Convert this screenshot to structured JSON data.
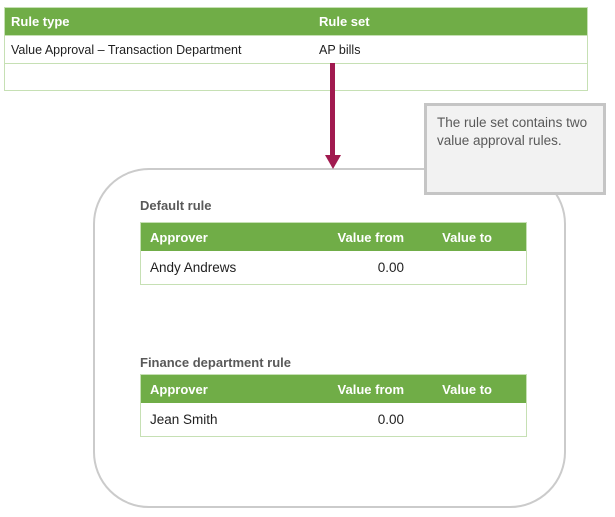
{
  "colors": {
    "header_green": "#70AD47",
    "table_border_green": "#C6E0B4",
    "arrow_maroon": "#A11A4F",
    "callout_bg": "#F2F2F2",
    "callout_border": "#C5C5C5",
    "panel_border": "#CBCBCB",
    "muted_text": "#595959"
  },
  "rule_table": {
    "headers": {
      "rule_type": "Rule type",
      "rule_set": "Rule set"
    },
    "row": {
      "rule_type": "Value Approval – Transaction Department",
      "rule_set": "AP bills"
    },
    "empty_row": {
      "rule_type": "",
      "rule_set": ""
    }
  },
  "callout": {
    "text": "The rule set contains two value approval rules."
  },
  "panel": {
    "sections": [
      {
        "title": "Default rule",
        "headers": {
          "approver": "Approver",
          "value_from": "Value from",
          "value_to": "Value to"
        },
        "row": {
          "approver": "Andy Andrews",
          "value_from": "0.00",
          "value_to": ""
        }
      },
      {
        "title": "Finance department rule",
        "headers": {
          "approver": "Approver",
          "value_from": "Value from",
          "value_to": "Value to"
        },
        "row": {
          "approver": "Jean Smith",
          "value_from": "0.00",
          "value_to": ""
        }
      }
    ]
  }
}
